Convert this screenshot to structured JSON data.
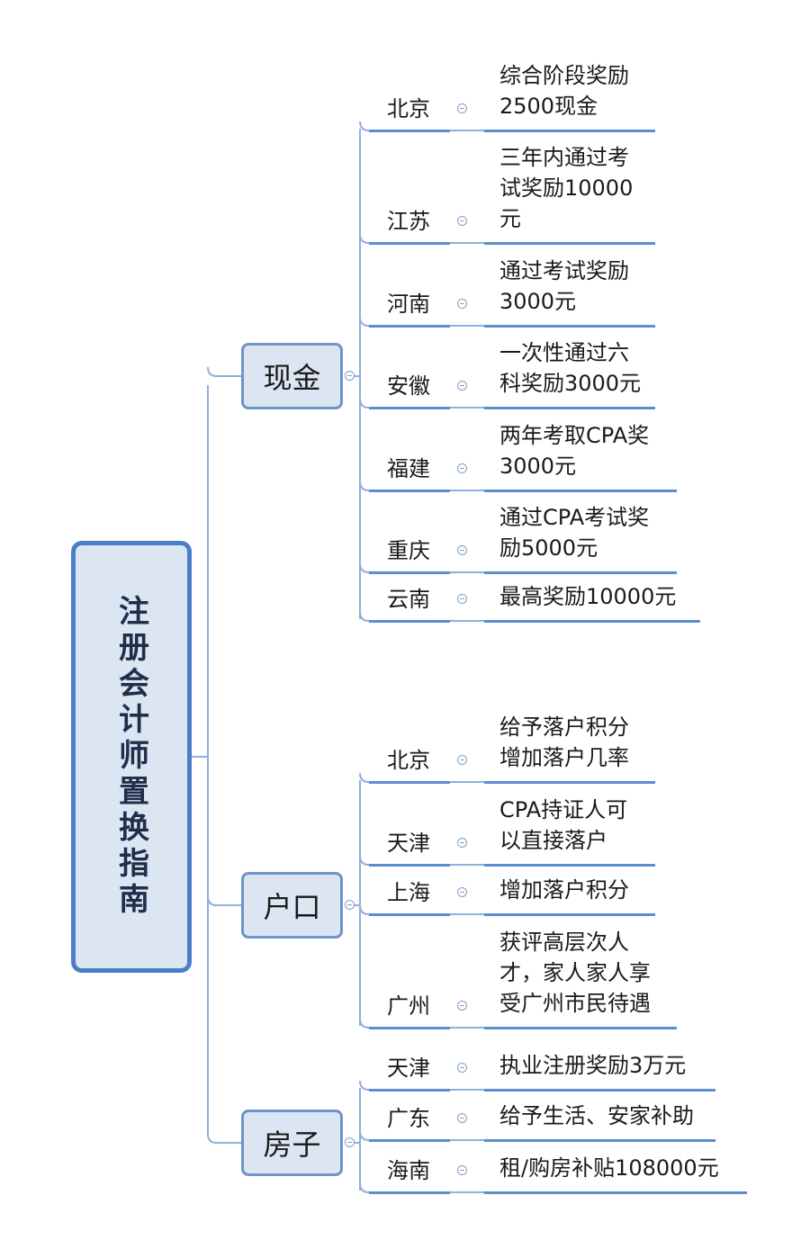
{
  "root": {
    "title": "注册会计师置换指南"
  },
  "categories": [
    {
      "label": "现金",
      "items": [
        {
          "region": "北京",
          "lines": [
            "综合阶段奖励",
            "2500现金"
          ]
        },
        {
          "region": "江苏",
          "lines": [
            "三年内通过考",
            "试奖励10000",
            "元"
          ]
        },
        {
          "region": "河南",
          "lines": [
            "通过考试奖励",
            "3000元"
          ]
        },
        {
          "region": "安徽",
          "lines": [
            "一次性通过六",
            "科奖励3000元"
          ]
        },
        {
          "region": "福建",
          "lines": [
            "两年考取CPA奖",
            "3000元"
          ]
        },
        {
          "region": "重庆",
          "lines": [
            "通过CPA考试奖",
            "励5000元"
          ]
        },
        {
          "region": "云南",
          "lines": [
            "最高奖励10000元"
          ]
        }
      ]
    },
    {
      "label": "户口",
      "items": [
        {
          "region": "北京",
          "lines": [
            "给予落户积分",
            "增加落户几率"
          ]
        },
        {
          "region": "天津",
          "lines": [
            "CPA持证人可",
            "以直接落户"
          ]
        },
        {
          "region": "上海",
          "lines": [
            "增加落户积分"
          ]
        },
        {
          "region": "广州",
          "lines": [
            "获评高层次人",
            "才，家人家人享",
            "受广州市民待遇"
          ]
        }
      ]
    },
    {
      "label": "房子",
      "items": [
        {
          "region": "天津",
          "lines": [
            "执业注册奖励3万元"
          ]
        },
        {
          "region": "广东",
          "lines": [
            "给予生活、安家补助"
          ]
        },
        {
          "region": "海南",
          "lines": [
            "租/购房补贴108000元"
          ]
        }
      ]
    }
  ]
}
